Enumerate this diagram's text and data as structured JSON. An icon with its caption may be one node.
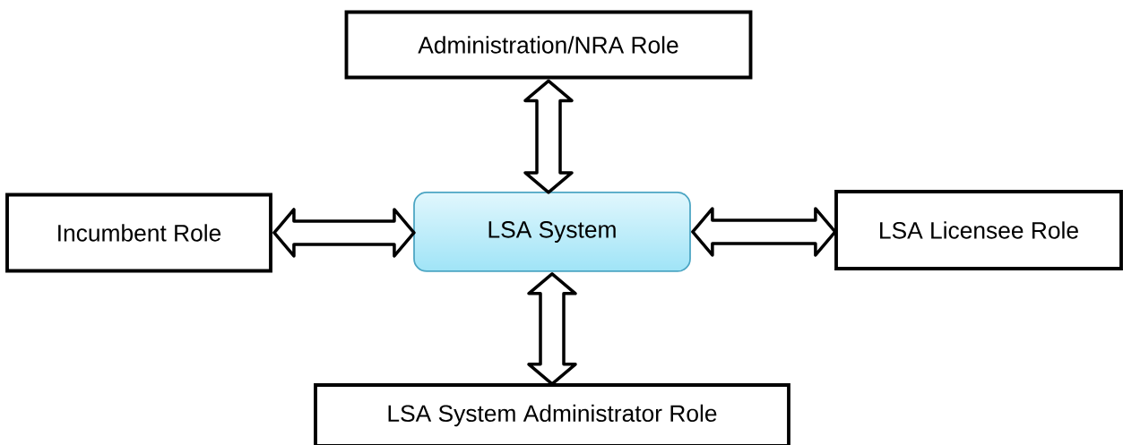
{
  "diagram": {
    "nodes": [
      {
        "text": [
          "Administration/NRA Role"
        ]
      },
      {
        "text": [
          "Incumbent Role"
        ]
      },
      {
        "text": [
          "LSA System"
        ]
      },
      {
        "text": [
          "LSA Licensee Role"
        ]
      },
      {
        "text": [
          "LSA System Administrator Role"
        ]
      }
    ],
    "edges": [
      {
        "from": 0,
        "to": 2,
        "arrow": "both"
      },
      {
        "from": 1,
        "to": 2,
        "arrow": "both"
      },
      {
        "from": 2,
        "to": 3,
        "arrow": "both"
      },
      {
        "from": 2,
        "to": 4,
        "arrow": "both"
      }
    ]
  }
}
